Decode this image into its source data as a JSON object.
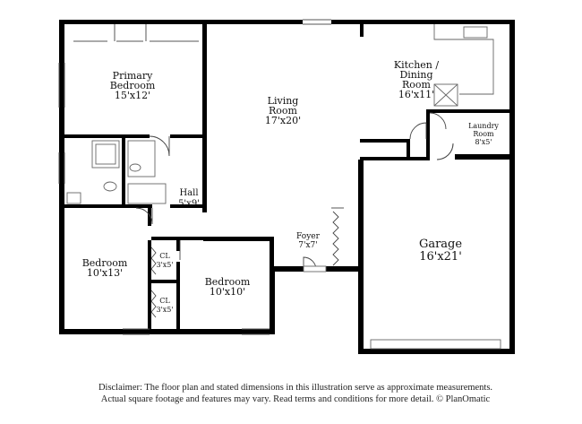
{
  "rooms": {
    "primary_bedroom": {
      "name_line1": "Primary",
      "name_line2": "Bedroom",
      "dims": "15'x12'"
    },
    "living_room": {
      "name_line1": "Living",
      "name_line2": "Room",
      "dims": "17'x20'"
    },
    "kitchen": {
      "name_line1": "Kitchen /",
      "name_line2": "Dining",
      "name_line3": "Room",
      "dims": "16'x11'"
    },
    "laundry": {
      "name_line1": "Laundry",
      "name_line2": "Room",
      "dims": "8'x5'"
    },
    "hall": {
      "name": "Hall",
      "dims": "5'x9'"
    },
    "bedroom_left": {
      "name": "Bedroom",
      "dims": "10'x13'"
    },
    "closet_upper": {
      "name": "CL",
      "dims": "3'x5'"
    },
    "closet_lower": {
      "name": "CL",
      "dims": "3'x5'"
    },
    "bedroom_center": {
      "name": "Bedroom",
      "dims": "10'x10'"
    },
    "foyer": {
      "name": "Foyer",
      "dims": "7'x7'"
    },
    "garage": {
      "name": "Garage",
      "dims": "16'x21'"
    }
  },
  "disclaimer": {
    "line1": "Disclaimer: The floor plan and stated dimensions in this illustration serve as approximate measurements.",
    "line2": "Actual square footage and features may vary. Read terms and conditions for more detail. © PlanOmatic"
  }
}
